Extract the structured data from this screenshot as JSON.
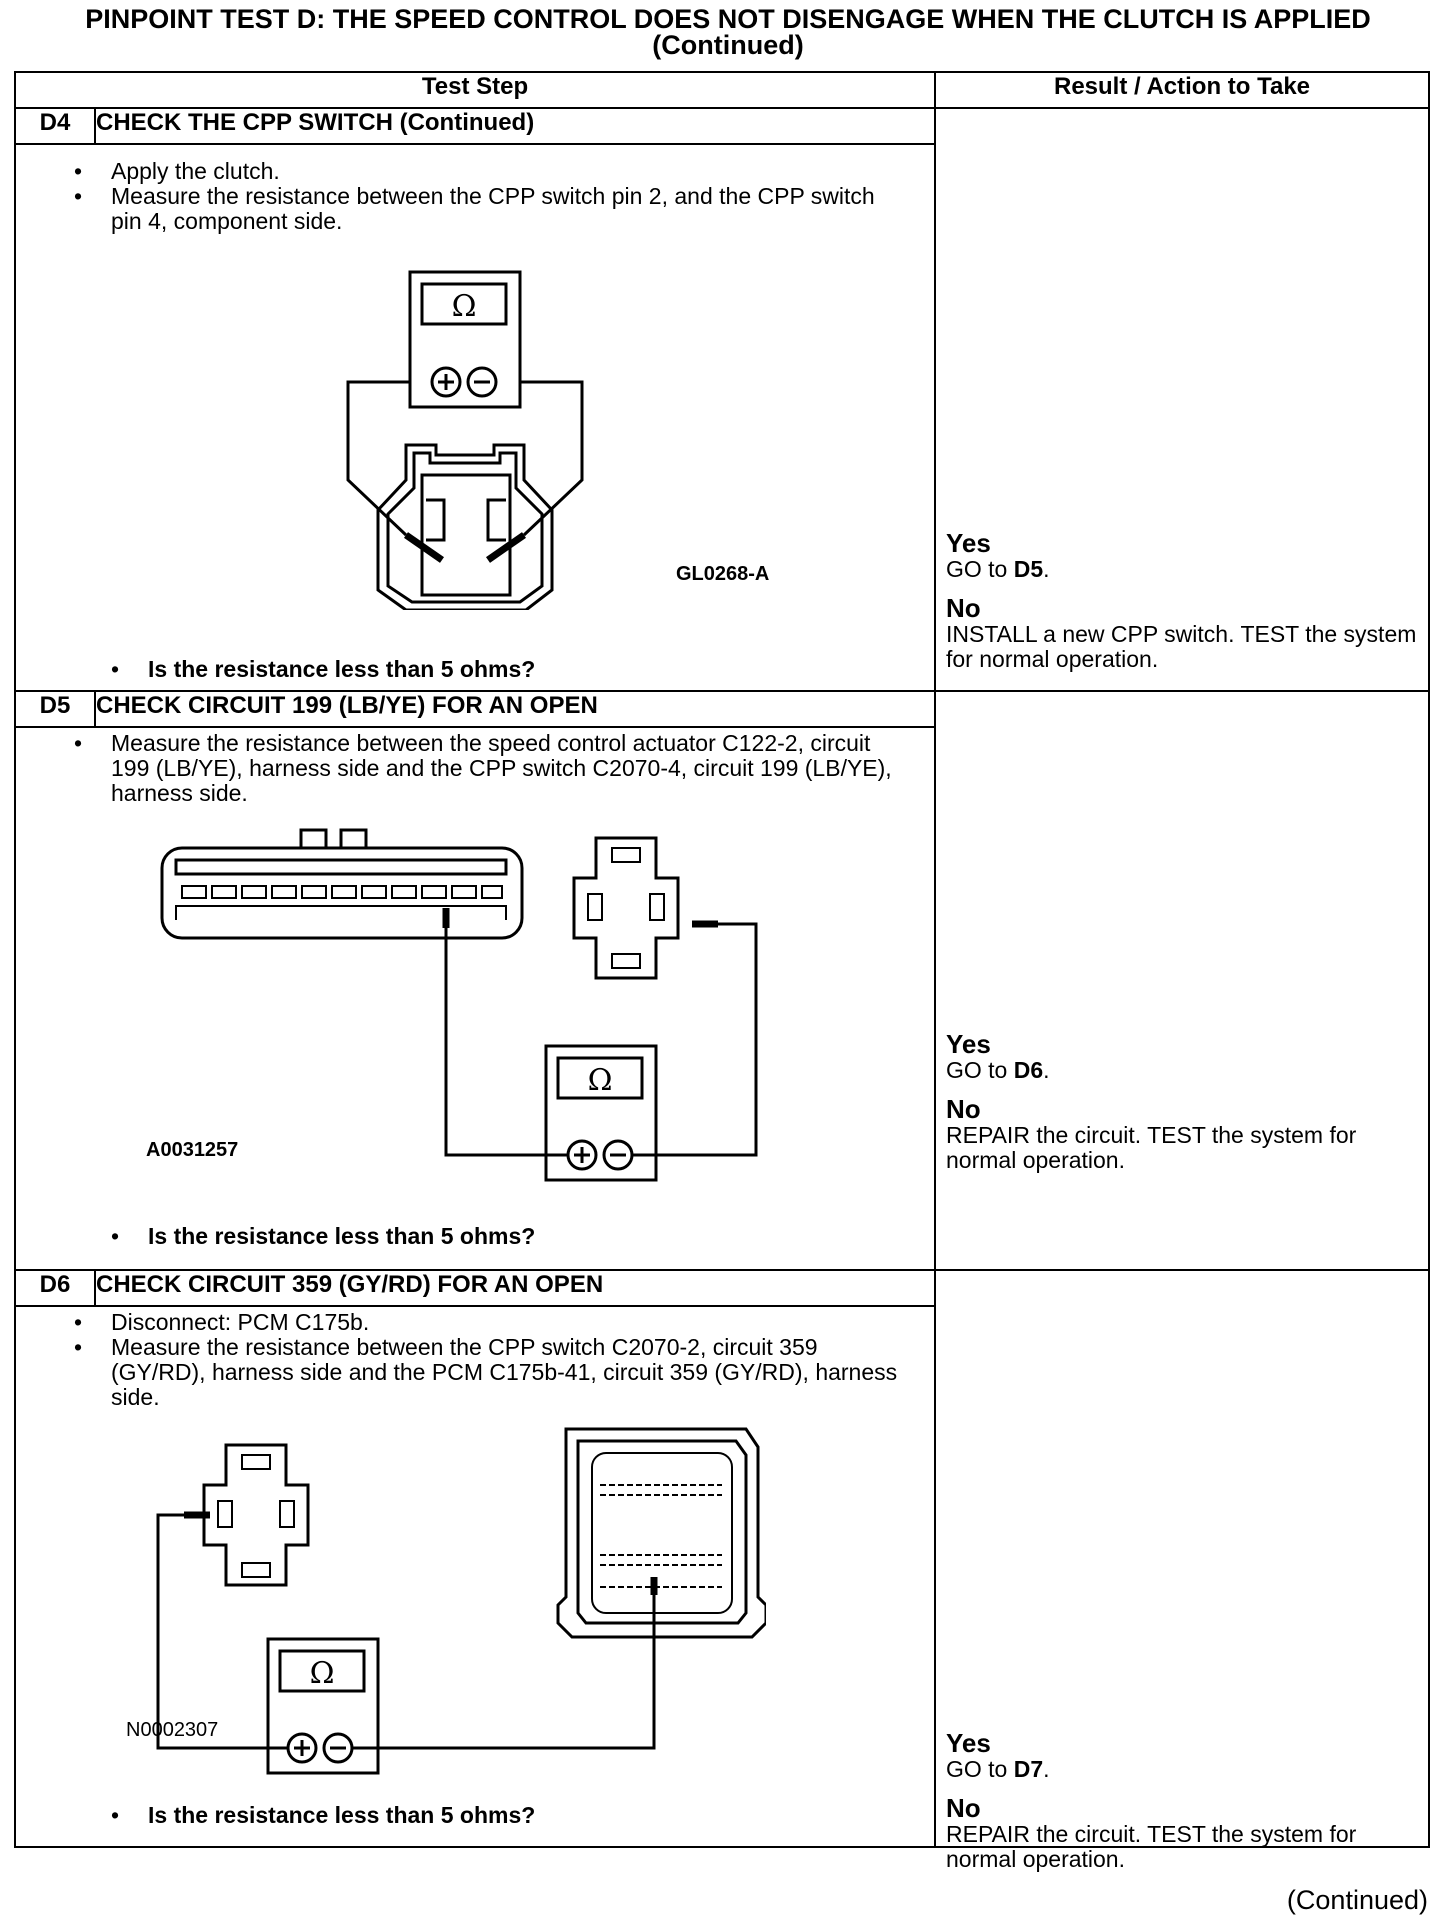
{
  "title": {
    "line1": "PINPOINT TEST  D: THE SPEED CONTROL DOES NOT DISENGAGE WHEN THE CLUTCH IS APPLIED",
    "line2": "(Continued)"
  },
  "table": {
    "col_test_step": "Test Step",
    "col_result": "Result / Action to Take"
  },
  "steps": [
    {
      "id": "D4",
      "title": "CHECK THE CPP SWITCH (Continued)",
      "bullets": [
        "Apply the clutch.",
        "Measure the resistance between the CPP switch pin 2, and the CPP switch pin 4, component side."
      ],
      "figure_code": "GL0268-A",
      "question": "Is the resistance less than 5 ohms?",
      "yes_label": "Yes",
      "yes_action_prefix": "GO to ",
      "yes_action_target": "D5",
      "no_label": "No",
      "no_action": "INSTALL a new CPP switch. TEST the system for normal operation."
    },
    {
      "id": "D5",
      "title": "CHECK CIRCUIT 199 (LB/YE) FOR AN OPEN",
      "bullets": [
        "Measure the resistance between the speed control actuator C122-2, circuit 199 (LB/YE), harness side and the CPP switch C2070-4, circuit 199 (LB/YE), harness side."
      ],
      "figure_code": "A0031257",
      "question": "Is the resistance less than 5 ohms?",
      "yes_label": "Yes",
      "yes_action_prefix": "GO to ",
      "yes_action_target": "D6",
      "no_label": "No",
      "no_action": "REPAIR the circuit. TEST the system for normal operation."
    },
    {
      "id": "D6",
      "title": "CHECK CIRCUIT 359 (GY/RD) FOR AN OPEN",
      "bullets": [
        "Disconnect: PCM C175b.",
        "Measure the resistance between the CPP switch C2070-2, circuit 359 (GY/RD), harness side and the PCM C175b-41, circuit 359 (GY/RD), harness side."
      ],
      "figure_code": "N0002307",
      "question": "Is the resistance less than 5 ohms?",
      "yes_label": "Yes",
      "yes_action_prefix": "GO to ",
      "yes_action_target": "D7",
      "no_label": "No",
      "no_action": "REPAIR the circuit. TEST the system for normal operation."
    }
  ],
  "meter_symbol": "Ω",
  "footer": {
    "continued": "(Continued)"
  }
}
